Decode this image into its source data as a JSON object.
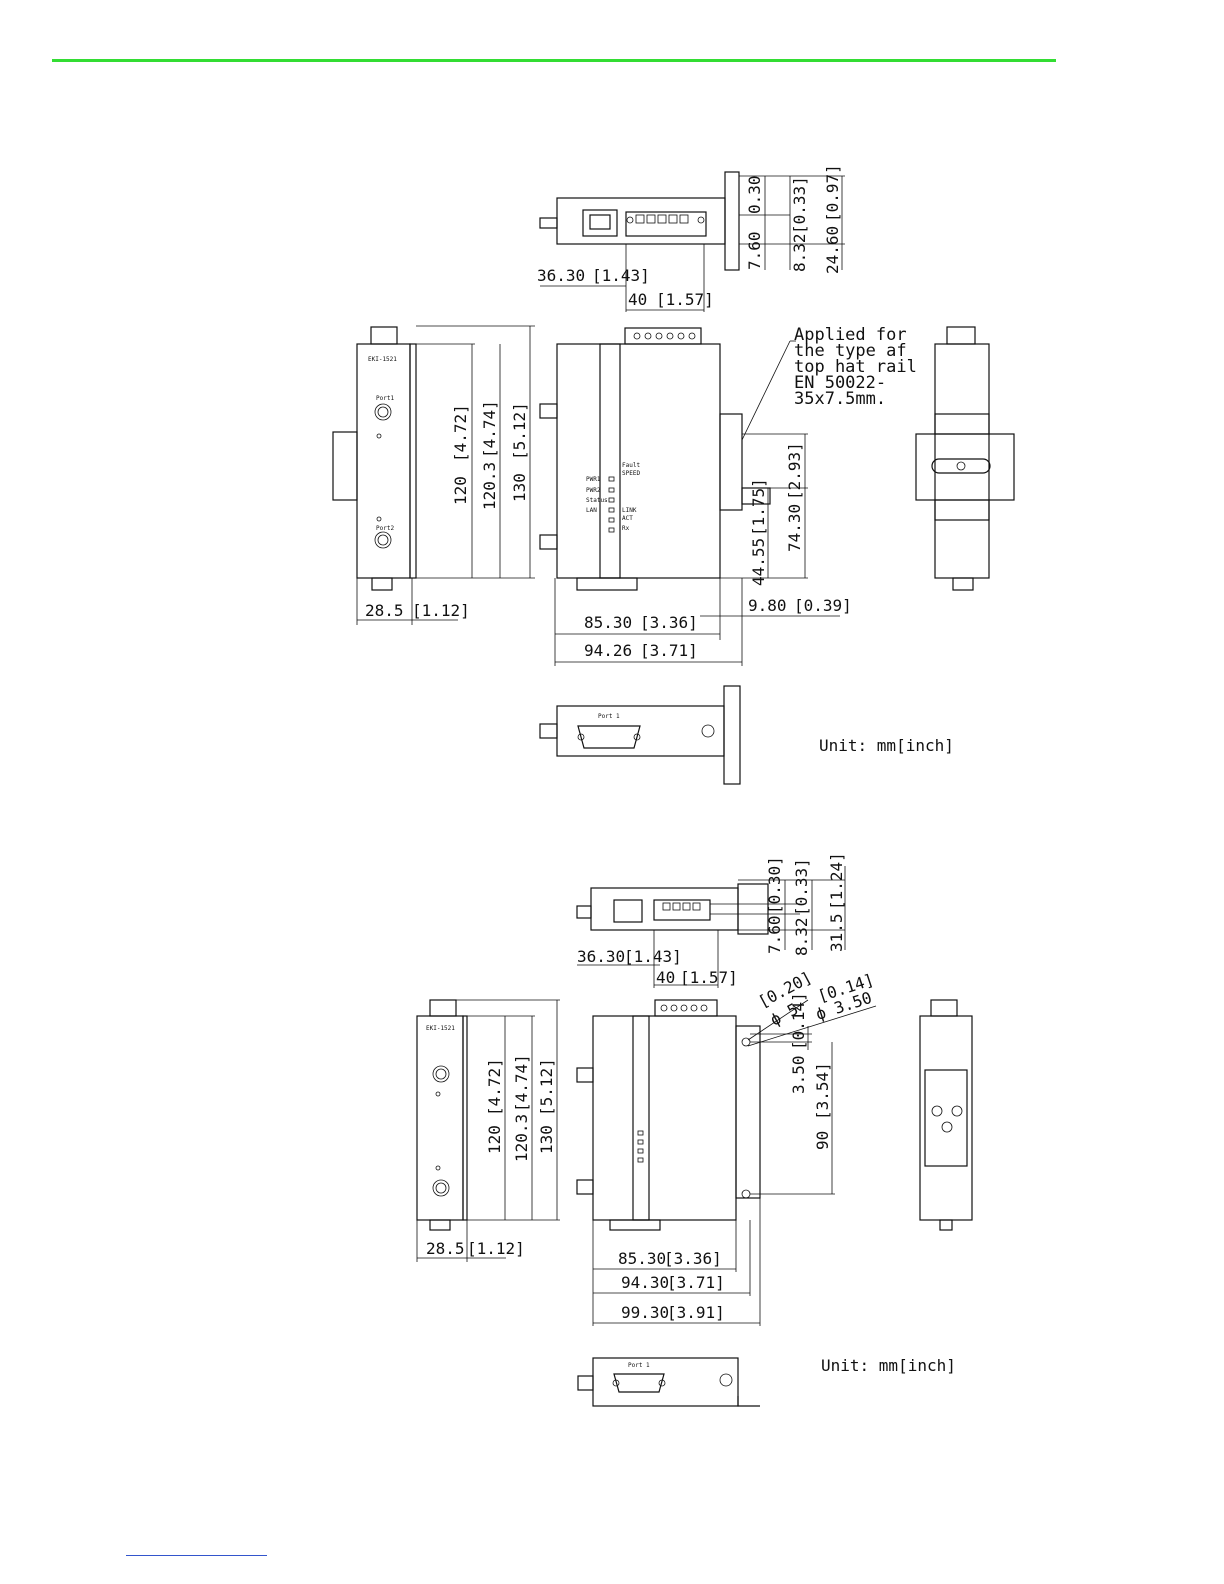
{
  "header_rule_color": "#33dd33",
  "footer_rule_color": "#3355cc",
  "drawing1": {
    "top": {
      "d1": "0.30",
      "d2": "[0.33]",
      "d3": "[0.97]",
      "d4": "7.60",
      "d5": "8.32",
      "d6": "24.60",
      "w1": "36.30",
      "w1i": "[1.43]",
      "w2": "40",
      "w2i": "[1.57]"
    },
    "left": {
      "h1": "120",
      "h1i": "[4.72]",
      "h2": "120.3",
      "h2i": "[4.74]",
      "h3": "130",
      "h3i": "[5.12]",
      "w": "28.5",
      "wi": "[1.12]",
      "label_top": "EKI-1521",
      "led1": "Port1",
      "led2": "Port2"
    },
    "front": {
      "w1": "85.30",
      "w1i": "[3.36]",
      "w2": "94.26",
      "w2i": "[3.71]",
      "r1": "9.80",
      "r1i": "[0.39]",
      "h1": "44.55",
      "h1i": "[1.75]",
      "h2": "74.30",
      "h2i": "[2.93]",
      "leds_left": [
        "PWR1",
        "PWR2",
        "Status",
        "LAN"
      ],
      "leds_right": [
        "Fault",
        "SPEED",
        "LINK",
        "ACT",
        "Rx"
      ]
    },
    "note": [
      "Applied for",
      "the type af",
      "top hat rail",
      "EN 50022-",
      "35x7.5mm."
    ],
    "port_label": "Port 1",
    "unit": "Unit: mm[inch]"
  },
  "drawing2": {
    "top": {
      "d1": "[0.30]",
      "d2": "[0.33]",
      "d3": "[1.24]",
      "d4": "7.60",
      "d5": "8.32",
      "d6": "31.5",
      "w1": "36.30",
      "w1i": "[1.43]",
      "w2": "40",
      "w2i": "[1.57]"
    },
    "left": {
      "h1": "120",
      "h1i": "[4.72]",
      "h2": "120.3",
      "h2i": "[4.74]",
      "h3": "130",
      "h3i": "[5.12]",
      "w": "28.5",
      "wi": "[1.12]",
      "label_top": "EKI-1521"
    },
    "front": {
      "w1": "85.30",
      "w1i": "[3.36]",
      "w2": "94.30",
      "w2i": "[3.71]",
      "w3": "99.30",
      "w3i": "[3.91]",
      "h1": "3.50",
      "h1i": "[0.14]",
      "h2": "90",
      "h2i": "[3.54]",
      "hole1": "ϕ 5",
      "hole1i": "[0.20]",
      "hole2": "ϕ 3.50",
      "hole2i": "[0.14]"
    },
    "port_label": "Port 1",
    "unit": "Unit: mm[inch]"
  }
}
